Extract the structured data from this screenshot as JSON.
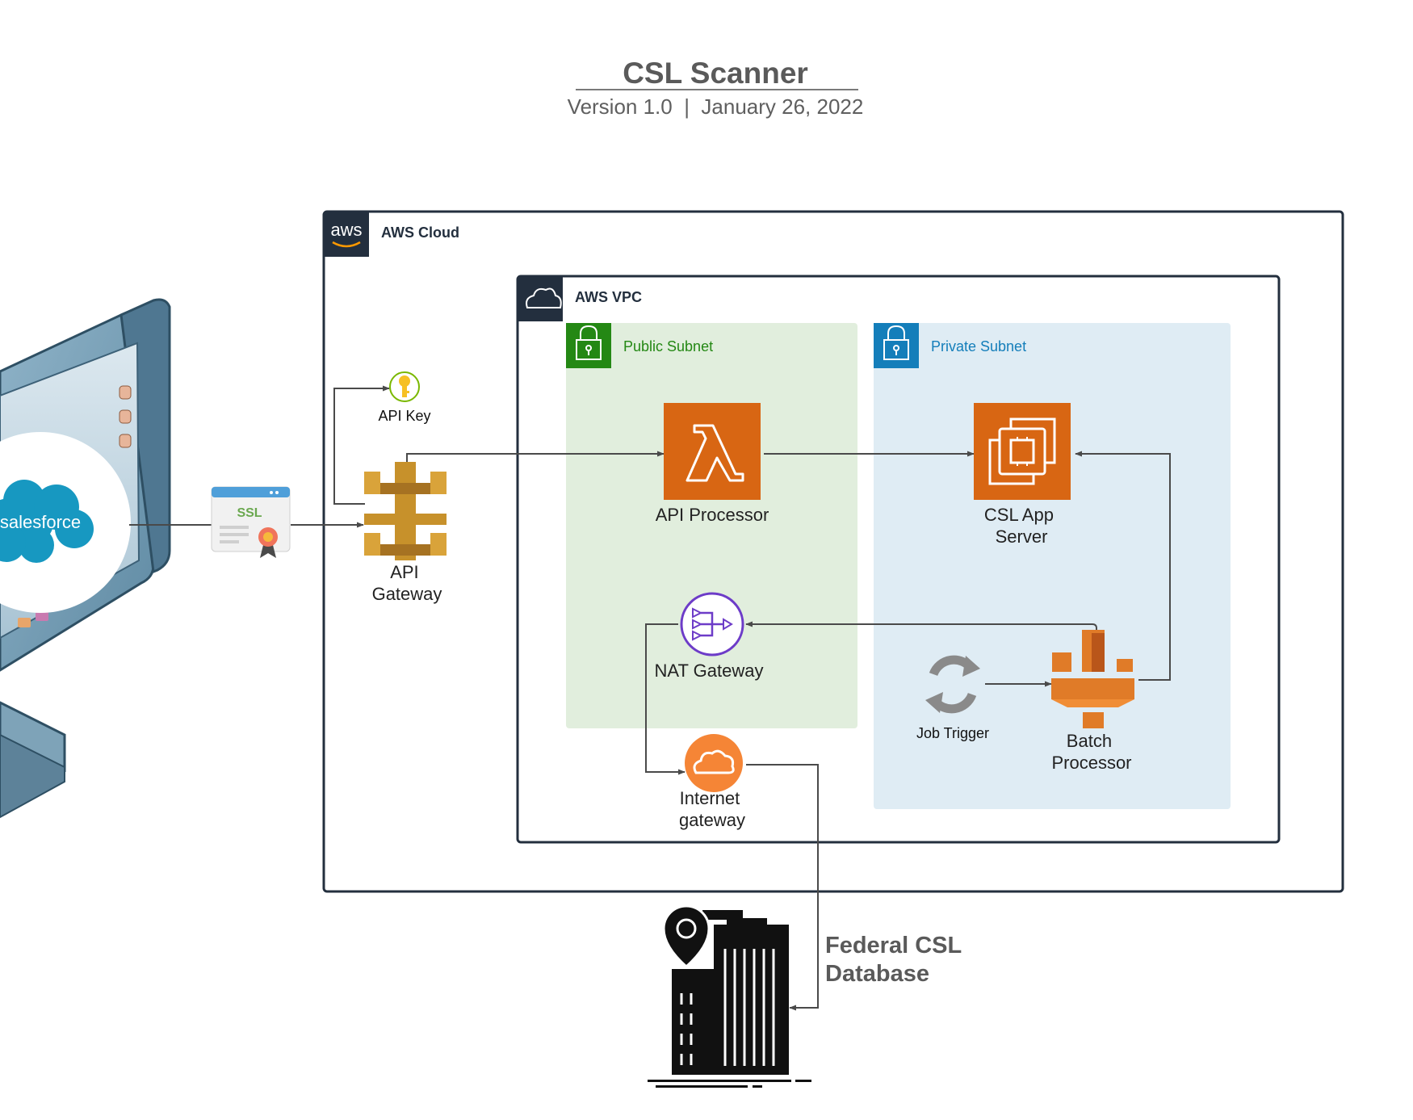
{
  "header": {
    "title": "CSL Scanner",
    "subtitle": "Version 1.0  |  January 26, 2022"
  },
  "groups": {
    "aws_cloud": "AWS Cloud",
    "aws_vpc": "AWS VPC",
    "public_subnet": "Public Subnet",
    "private_subnet": "Private Subnet"
  },
  "nodes": {
    "salesforce": "salesforce",
    "ssl": "SSL",
    "api_key": "API Key",
    "api_gateway": [
      "API",
      "Gateway"
    ],
    "api_processor": "API Processor",
    "csl_app_server": [
      "CSL App",
      "Server"
    ],
    "nat_gateway": "NAT Gateway",
    "internet_gateway": [
      "Internet",
      "gateway"
    ],
    "job_trigger": "Job Trigger",
    "batch_processor": [
      "Batch",
      "Processor"
    ],
    "federal_db": [
      "Federal CSL",
      "Database"
    ]
  },
  "aws_logo_text": "aws",
  "colors": {
    "aws_dark": "#232f3e",
    "public_fill": "#e1eedd",
    "public_accent": "#248814",
    "private_fill": "#dfecf4",
    "private_accent": "#147eba",
    "compute_orange": "#d86613",
    "api_gold": "#c7912b",
    "nat_purple": "#6d3cc8",
    "igw_orange": "#f58536",
    "salesforce_blue": "#1798c1"
  },
  "icons": [
    "monitor-icon",
    "salesforce-logo",
    "ssl-certificate-icon",
    "key-icon",
    "api-gateway-icon",
    "lambda-icon",
    "ec2-icon",
    "nat-gateway-icon",
    "internet-gateway-icon",
    "refresh-icon",
    "batch-icon",
    "building-icon",
    "location-pin-icon",
    "lock-icon",
    "cloud-icon"
  ]
}
